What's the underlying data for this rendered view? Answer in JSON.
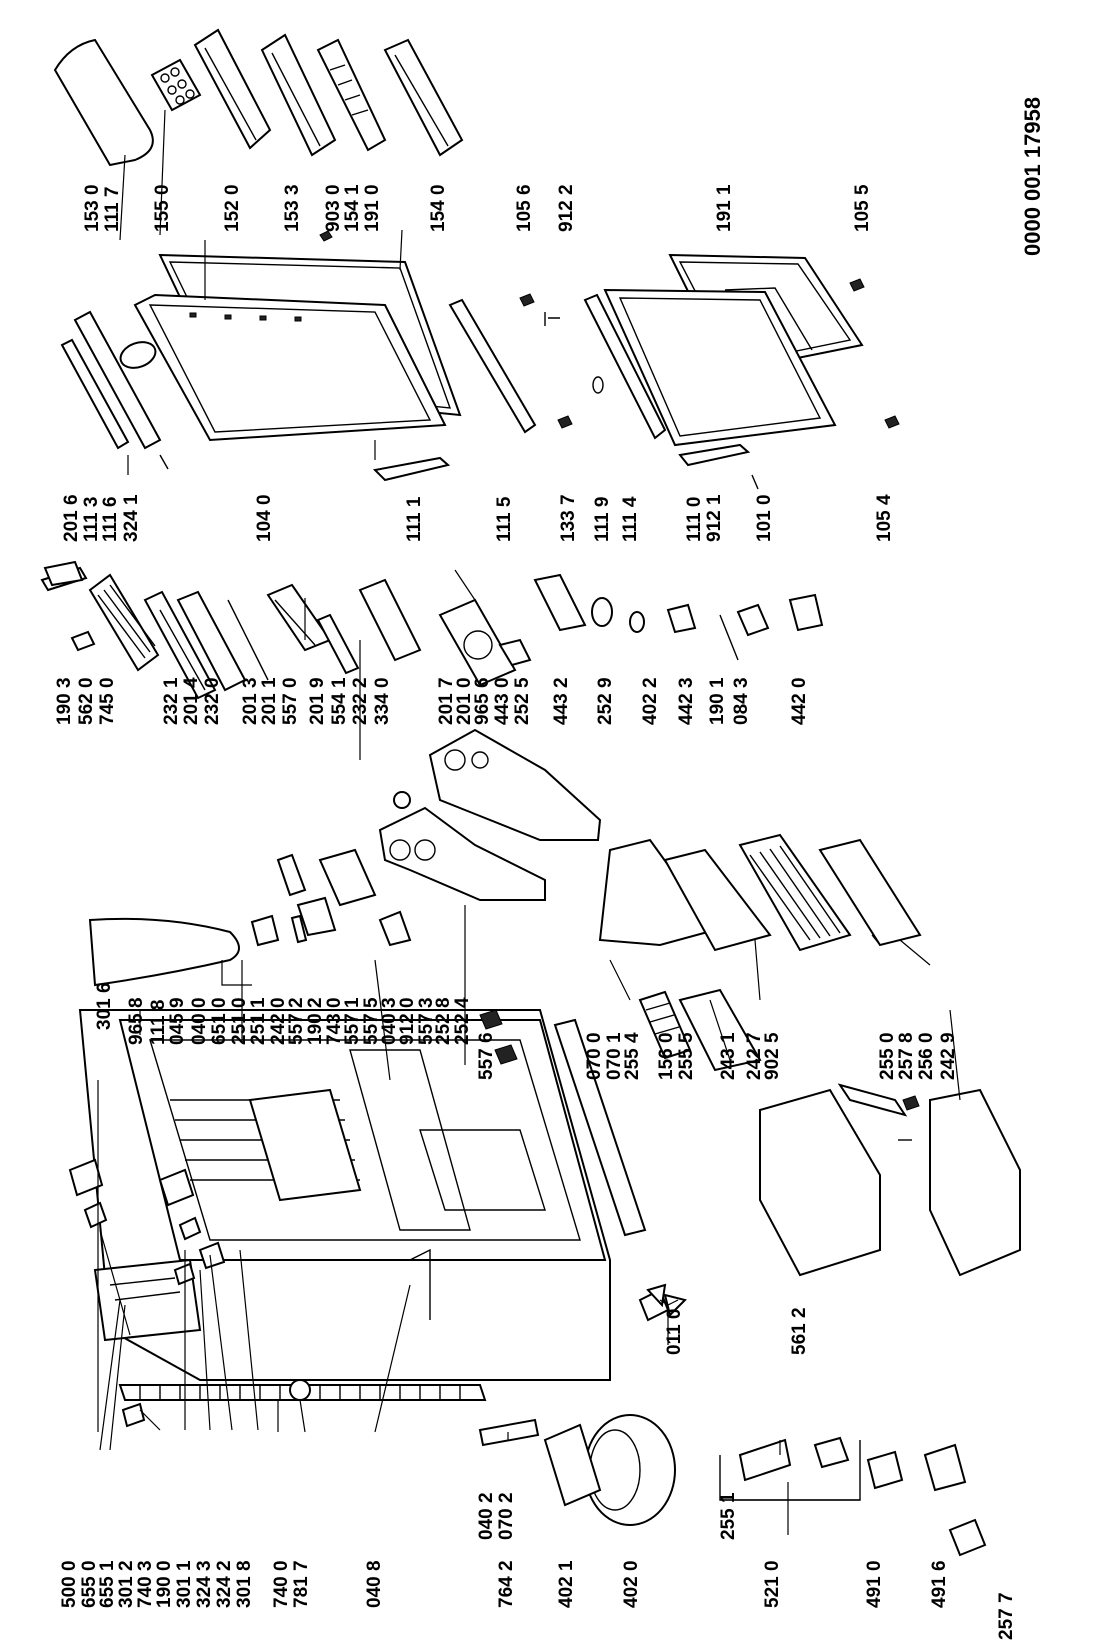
{
  "document_number": "0000 001 17958",
  "labels": {
    "bottom_left": [
      "500 0",
      "655 0",
      "655 1",
      "301 2",
      "740 3",
      "190 0",
      "301 1",
      "324 3",
      "324 2",
      "301 8",
      "740 0",
      "781 7",
      "040 8",
      "764 2",
      "402 1",
      "402 0",
      "521 0",
      "491 0",
      "491 6"
    ],
    "mid_bottom": [
      "011 0",
      "561 2",
      "257 7"
    ],
    "cabinet_top": [
      "301 6",
      "965 8",
      "111 8",
      "045 9",
      "040 0",
      "651 0",
      "251 0",
      "251 1",
      "242 0",
      "557 2",
      "190 2",
      "743 0",
      "557 1",
      "557 5",
      "040 3",
      "912 0",
      "557 3",
      "252 8",
      "252 4"
    ],
    "cabinet_mid": [
      "557 6",
      "040 2",
      "070 2",
      "070 0",
      "070 1",
      "255 4",
      "156 0",
      "255 5",
      "243 1",
      "255 1",
      "242 7",
      "902 5",
      "255 0",
      "257 8",
      "256 0",
      "242 9"
    ],
    "control_column": [
      "190 3",
      "562 0",
      "745 0",
      "232 1",
      "201 4",
      "232 0",
      "201 3",
      "201 1",
      "557 0",
      "201 9",
      "554 1",
      "232 2",
      "334 0",
      "201 7",
      "201 0",
      "965 6",
      "443 0",
      "252 5",
      "443 2",
      "252 9",
      "402 2",
      "442 3",
      "190 1",
      "084 3",
      "442 0"
    ],
    "door_column": [
      "201 6",
      "111 3",
      "111 6",
      "324 1",
      "104 0",
      "111 1",
      "111 5",
      "133 7",
      "111 9",
      "111 4",
      "111 0",
      "912 1",
      "101 0",
      "105 4"
    ],
    "top_row": [
      "153 0",
      "111 7",
      "155 0",
      "152 0",
      "153 3",
      "903 0",
      "154 1",
      "191 0",
      "154 0",
      "105 6",
      "912 2",
      "191 1",
      "105 5"
    ]
  }
}
